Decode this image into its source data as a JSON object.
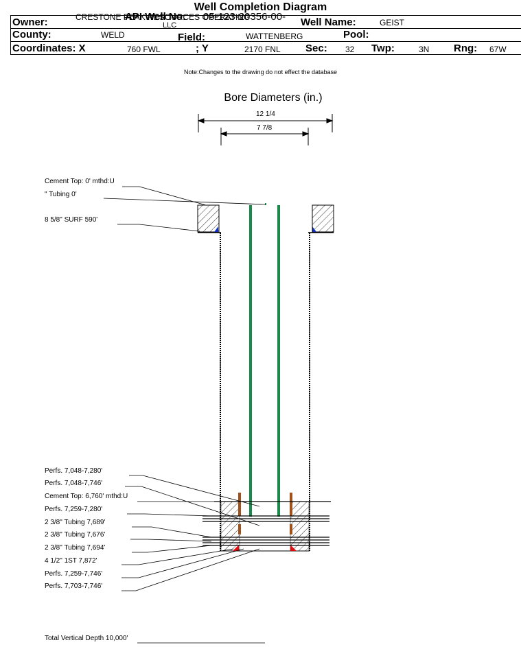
{
  "title": "Well Completion Diagram",
  "header": {
    "owner_label": "Owner:",
    "owner_value_line1": "CRESTONE PEAK RESOURCES OPERATING",
    "owner_value_line2": "LLC",
    "api_label": "API Well No:",
    "api_value": "05-123-20356-00-",
    "well_name_label": "Well Name:",
    "well_name_value": "GEIST",
    "county_label": "County:",
    "county_value": "WELD",
    "field_label": "Field:",
    "field_value": "WATTENBERG",
    "pool_label": "Pool:",
    "pool_value": "",
    "coords_label": "Coordinates: X",
    "x_value": "760 FWL",
    "y_label": "; Y",
    "y_value": "2170 FNL",
    "sec_label": "Sec:",
    "sec_value": "32",
    "twp_label": "Twp:",
    "twp_value": "3N",
    "rng_label": "Rng:",
    "rng_value": "67W"
  },
  "note": "Note:Changes to the drawing do not effect the database",
  "bore": {
    "title": "Bore Diameters (in.)",
    "outer": "12 1/4",
    "inner": "7 7/8"
  },
  "labels": {
    "cement_top_1": "Cement Top: 0' mthd:U",
    "tubing_0": "\" Tubing 0'",
    "surf_casing": "8 5/8\" SURF      590'",
    "perfs_1": "Perfs. 7,048-7,280'",
    "perfs_2": "Perfs. 7,048-7,746'",
    "cement_top_2": "Cement Top: 6,760' mthd:U",
    "perfs_3": "Perfs. 7,259-7,280'",
    "tubing_1": "2 3/8\" Tubing 7,689'",
    "tubing_2": "2 3/8\" Tubing 7,676'",
    "tubing_3": "2 3/8\" Tubing 7,694'",
    "prod_casing": "4 1/2\" 1ST      7,872'",
    "perfs_4": "Perfs. 7,259-7,746'",
    "perfs_5": "Perfs. 7,703-7,746'",
    "tvd": "Total Vertical Depth 10,000'"
  },
  "colors": {
    "tubing": "#1a8a4a",
    "perf": "#a0521a",
    "shoe_prod": "#e01010",
    "shoe_surf": "#1030c0"
  }
}
